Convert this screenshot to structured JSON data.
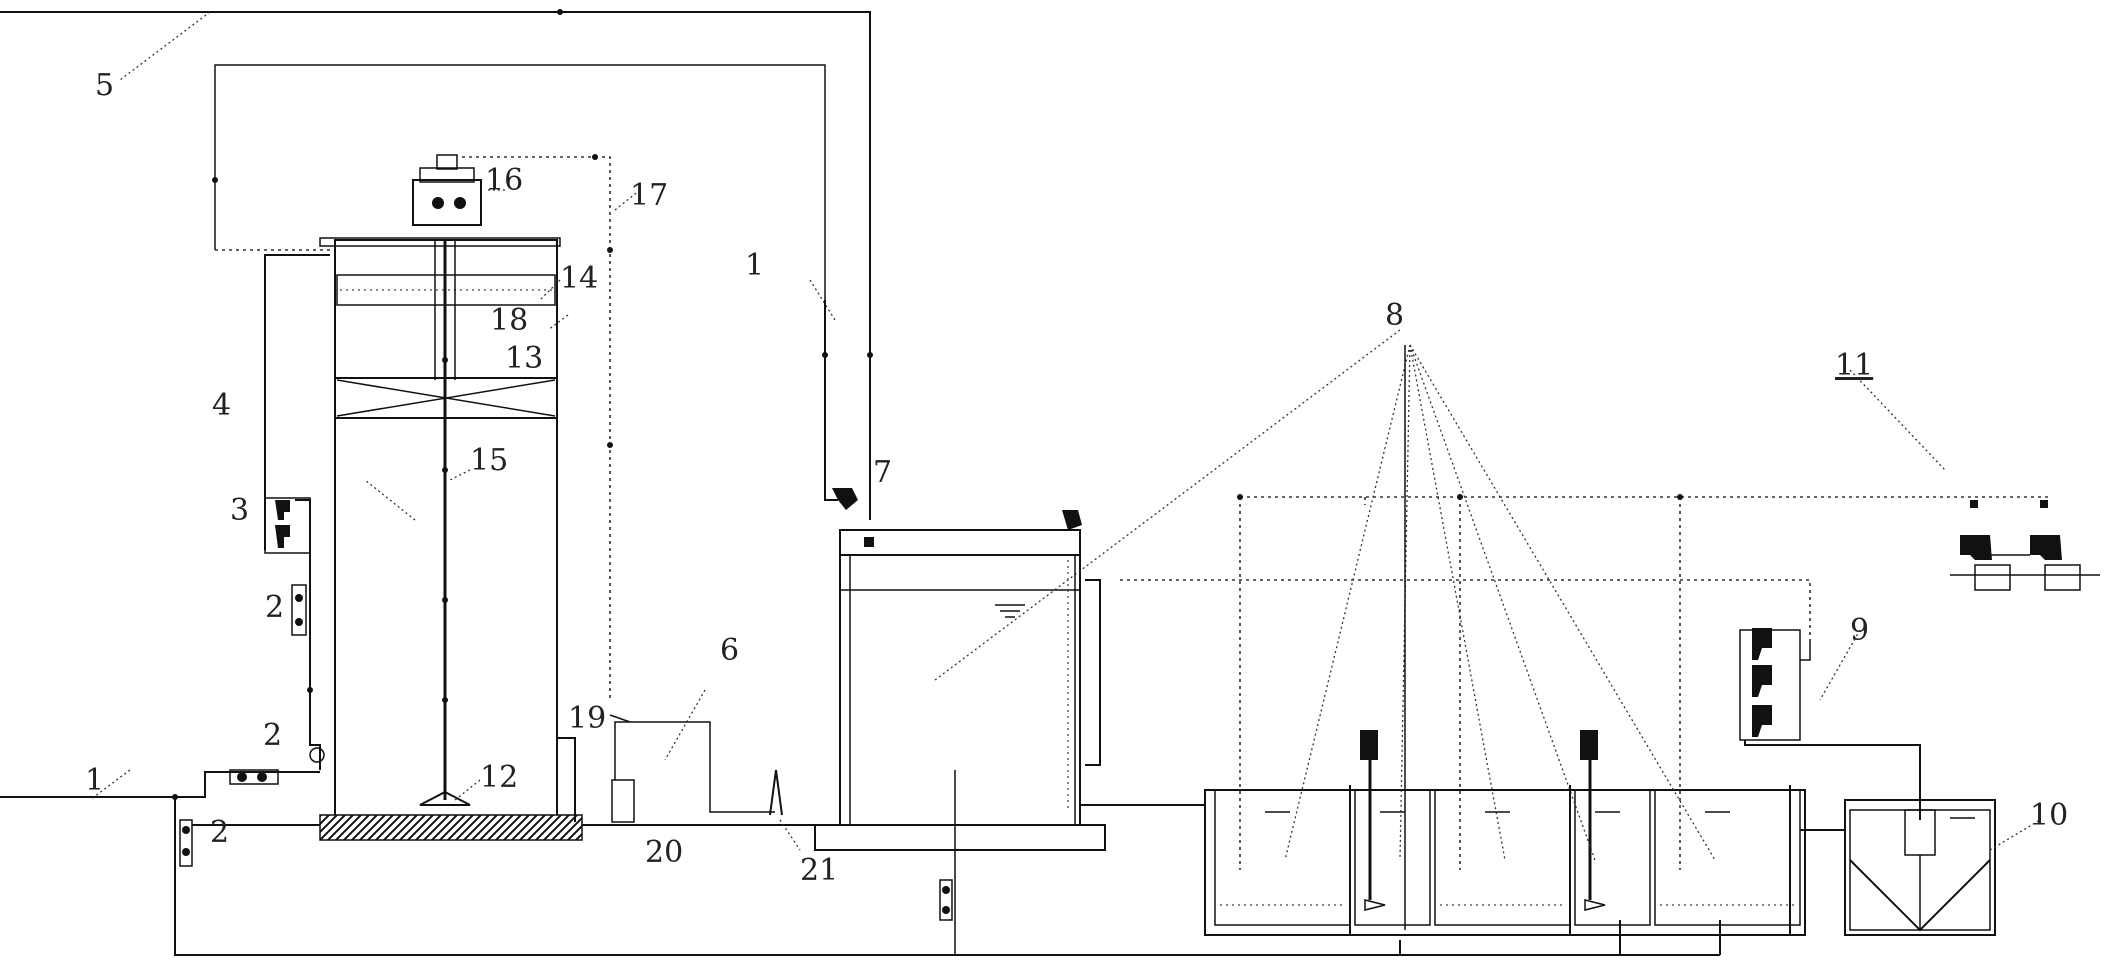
{
  "labels": {
    "l1a": "1",
    "l1b": "1",
    "l2a": "2",
    "l2b": "2",
    "l2c": "2",
    "l3": "3",
    "l4": "4",
    "l5": "5",
    "l6": "6",
    "l7": "7",
    "l8": "8",
    "l9": "9",
    "l10": "10",
    "l11": "11",
    "l12": "12",
    "l13": "13",
    "l14": "14",
    "l15": "15",
    "l16": "16",
    "l17": "17",
    "l18": "18",
    "l19": "19",
    "l20": "20",
    "l21": "21"
  }
}
